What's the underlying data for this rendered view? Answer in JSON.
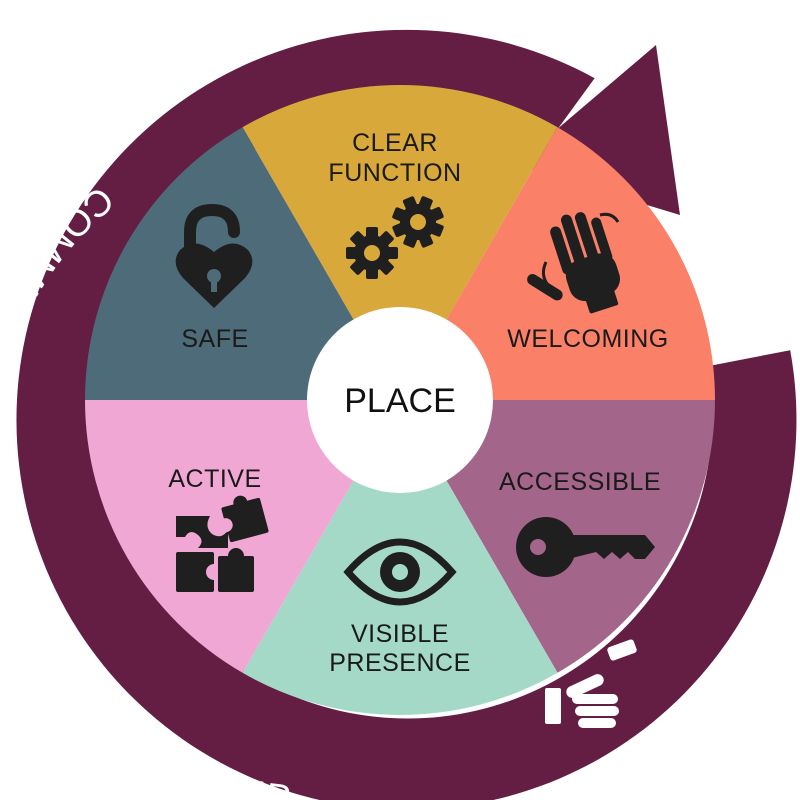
{
  "center": {
    "label": "PLACE"
  },
  "ring": {
    "text": "COMMUNITY INVOLVEMENT & OWNERSHIP",
    "color": "#641E44"
  },
  "segments": [
    {
      "id": "clear-function",
      "lines": [
        "CLEAR",
        "FUNCTION"
      ],
      "color": "#D8A83A",
      "icon": "gears-icon"
    },
    {
      "id": "welcoming",
      "lines": [
        "WELCOMING"
      ],
      "color": "#FA8068",
      "icon": "waving-hand-icon"
    },
    {
      "id": "accessible",
      "lines": [
        "ACCESSIBLE"
      ],
      "color": "#A4658A",
      "icon": "key-icon"
    },
    {
      "id": "visible-presence",
      "lines": [
        "VISIBLE",
        "PRESENCE"
      ],
      "color": "#A4D9C8",
      "icon": "eye-icon"
    },
    {
      "id": "active",
      "lines": [
        "ACTIVE"
      ],
      "color": "#F1A7D3",
      "icon": "puzzle-icon"
    },
    {
      "id": "safe",
      "lines": [
        "SAFE"
      ],
      "color": "#4D6B78",
      "icon": "heart-padlock-icon"
    }
  ],
  "extra_icons": [
    "handshake-icon"
  ]
}
